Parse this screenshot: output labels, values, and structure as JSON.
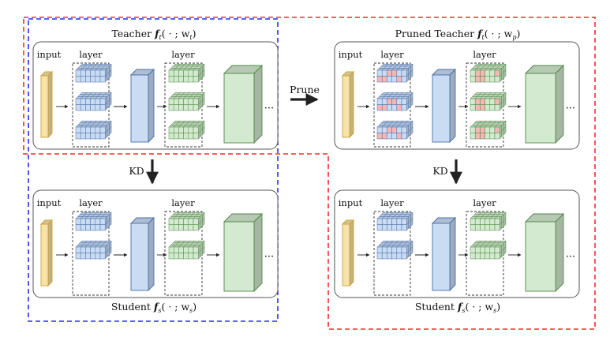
{
  "colors": {
    "blue_dash": "#2b2bff",
    "red_dash": "#ff2b2b",
    "input_fill": "#f7e3a8",
    "blue_fill": "#c9dcf4",
    "green_fill": "#d4ead0",
    "pruned_cell": "#f4b6b6"
  },
  "panels": {
    "teacher": {
      "title": "Teacher",
      "math": {
        "f": "f",
        "sub": "t",
        "args": "( · ; w",
        "wsub": "t",
        "close": ")"
      },
      "labels": {
        "input": "input",
        "layer1": "layer",
        "layer2": "layer",
        "ellipsis": "···"
      }
    },
    "student_left": {
      "title": "Student",
      "math": {
        "f": "f",
        "sub": "s",
        "args": "( · ; w",
        "wsub": "s",
        "close": ")"
      },
      "labels": {
        "input": "input",
        "layer1": "layer",
        "layer2": "layer",
        "ellipsis": "···"
      }
    },
    "pruned_teacher": {
      "title": "Pruned Teacher",
      "math": {
        "f": "f",
        "sub": "t",
        "args": "( · ; w",
        "wsub": "p",
        "close": ")"
      },
      "labels": {
        "input": "input",
        "layer1": "layer",
        "layer2": "layer",
        "ellipsis": "···"
      }
    },
    "student_right": {
      "title": "Student",
      "math": {
        "f": "f",
        "sub": "s",
        "args": "( · ; w",
        "wsub": "s",
        "close": ")"
      },
      "labels": {
        "input": "input",
        "layer1": "layer",
        "layer2": "layer",
        "ellipsis": "···"
      }
    }
  },
  "arrows": {
    "prune": "Prune",
    "kd_left": "KD",
    "kd_right": "KD"
  }
}
